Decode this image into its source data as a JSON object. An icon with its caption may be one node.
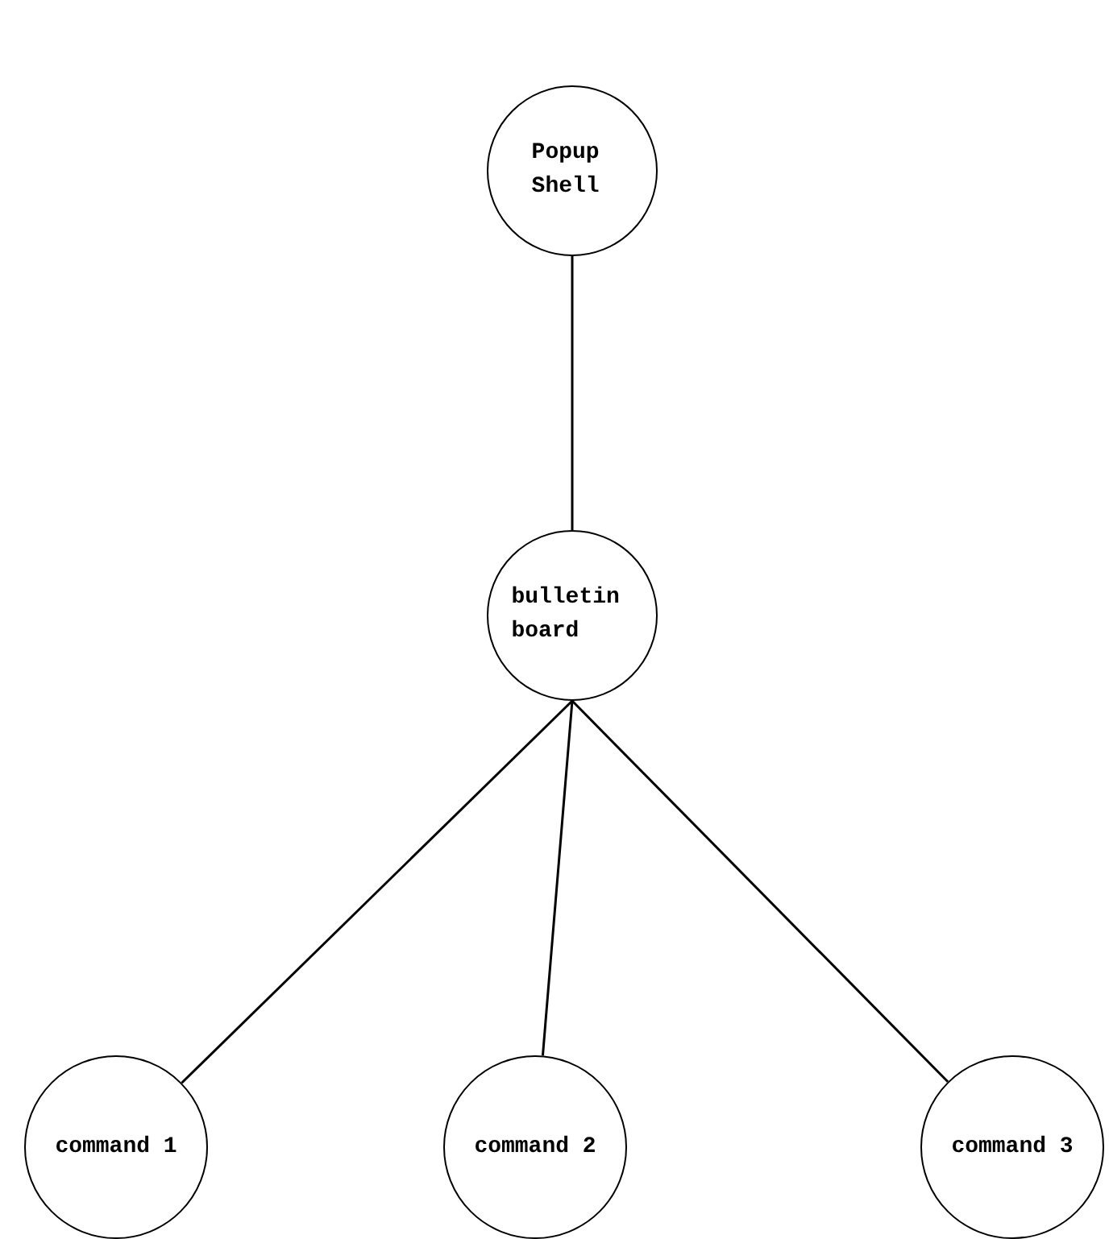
{
  "diagram": {
    "nodes": [
      {
        "text": [
          "Popup Shell"
        ]
      },
      {
        "text": [
          "bulletin board"
        ]
      },
      {
        "text": [
          "command 1"
        ]
      },
      {
        "text": [
          "command 2"
        ]
      },
      {
        "text": [
          "command 3"
        ]
      }
    ],
    "edges": [
      {
        "from": 0,
        "to": 1,
        "arrow": "none"
      },
      {
        "from": 1,
        "to": 2,
        "arrow": "none"
      },
      {
        "from": 1,
        "to": 3,
        "arrow": "none"
      },
      {
        "from": 1,
        "to": 4,
        "arrow": "none"
      }
    ]
  }
}
